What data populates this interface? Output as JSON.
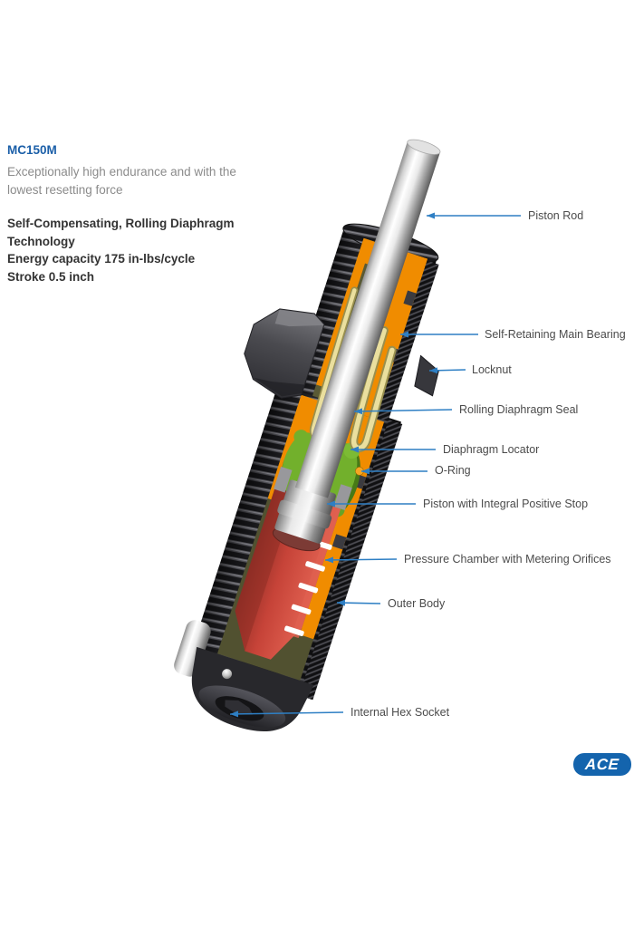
{
  "product": {
    "model": "MC150M",
    "description_line1": "Exceptionally high endurance and with the",
    "description_line2": "lowest resetting force",
    "spec_line1": "Self-Compensating, Rolling Diaphragm",
    "spec_line2": "Technology",
    "spec_line3": "Energy capacity 175 in-lbs/cycle",
    "spec_line4": "Stroke 0.5 inch"
  },
  "callouts": [
    {
      "label": "Piston Rod"
    },
    {
      "label": "Self-Retaining Main Bearing"
    },
    {
      "label": "Locknut"
    },
    {
      "label": "Rolling Diaphragm Seal"
    },
    {
      "label": "Diaphragm Locator"
    },
    {
      "label": "O-Ring"
    },
    {
      "label": "Piston with Integral Positive Stop"
    },
    {
      "label": "Pressure Chamber with Metering Orifices"
    },
    {
      "label": "Outer Body"
    },
    {
      "label": "Internal Hex Socket"
    }
  ],
  "logo": {
    "text": "ACE"
  },
  "colors": {
    "arrow_blue": "#2e7fc4",
    "heading_blue": "#1b5fa8",
    "logo_blue": "#1464ad",
    "label_gray": "#4b4b4b",
    "description_gray": "#8b8b8b",
    "cut_face_orange": "#f08c00",
    "pressure_chamber_red": "#c64338",
    "diaphragm_locator_green": "#72b02c",
    "diaphragm_yellow": "#eadf9e",
    "body_dark": "#2a2a2e"
  }
}
